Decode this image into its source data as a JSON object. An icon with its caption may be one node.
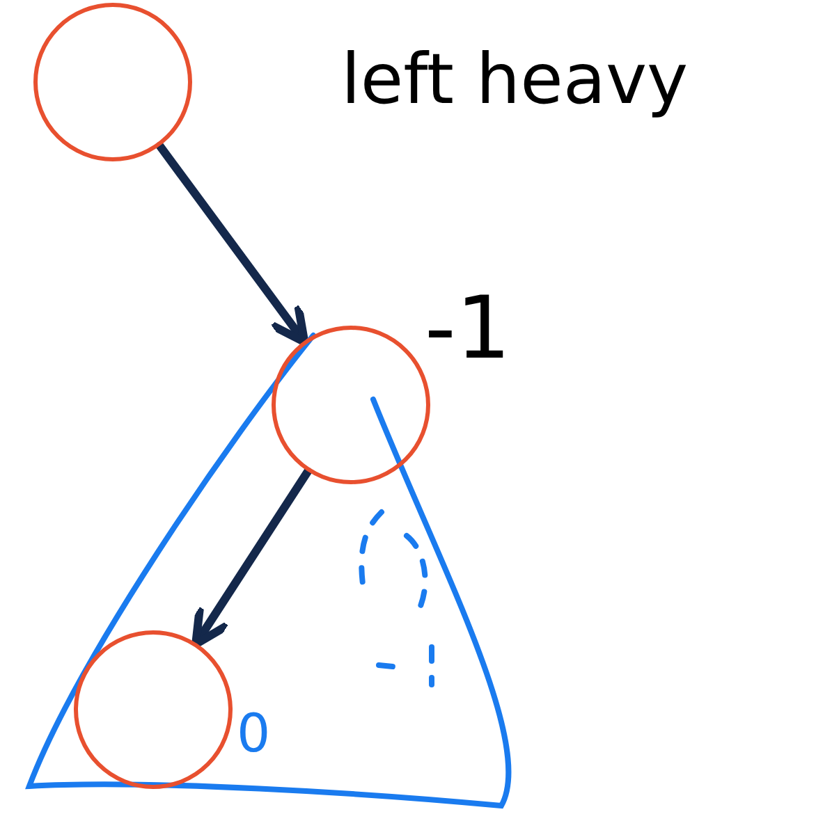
{
  "diagram": {
    "nodes": [
      {
        "text": [],
        "shape": "circle"
      },
      {
        "text": [],
        "shape": "circle",
        "beside": [
          "-1"
        ]
      },
      {
        "text": [],
        "shape": "circle",
        "beside": [
          "0"
        ]
      }
    ],
    "edges": [
      {
        "from": 0,
        "to": 1,
        "arrow": "to"
      },
      {
        "from": 1,
        "to": 2,
        "arrow": "to"
      }
    ],
    "labels": [
      "left heavy"
    ]
  }
}
